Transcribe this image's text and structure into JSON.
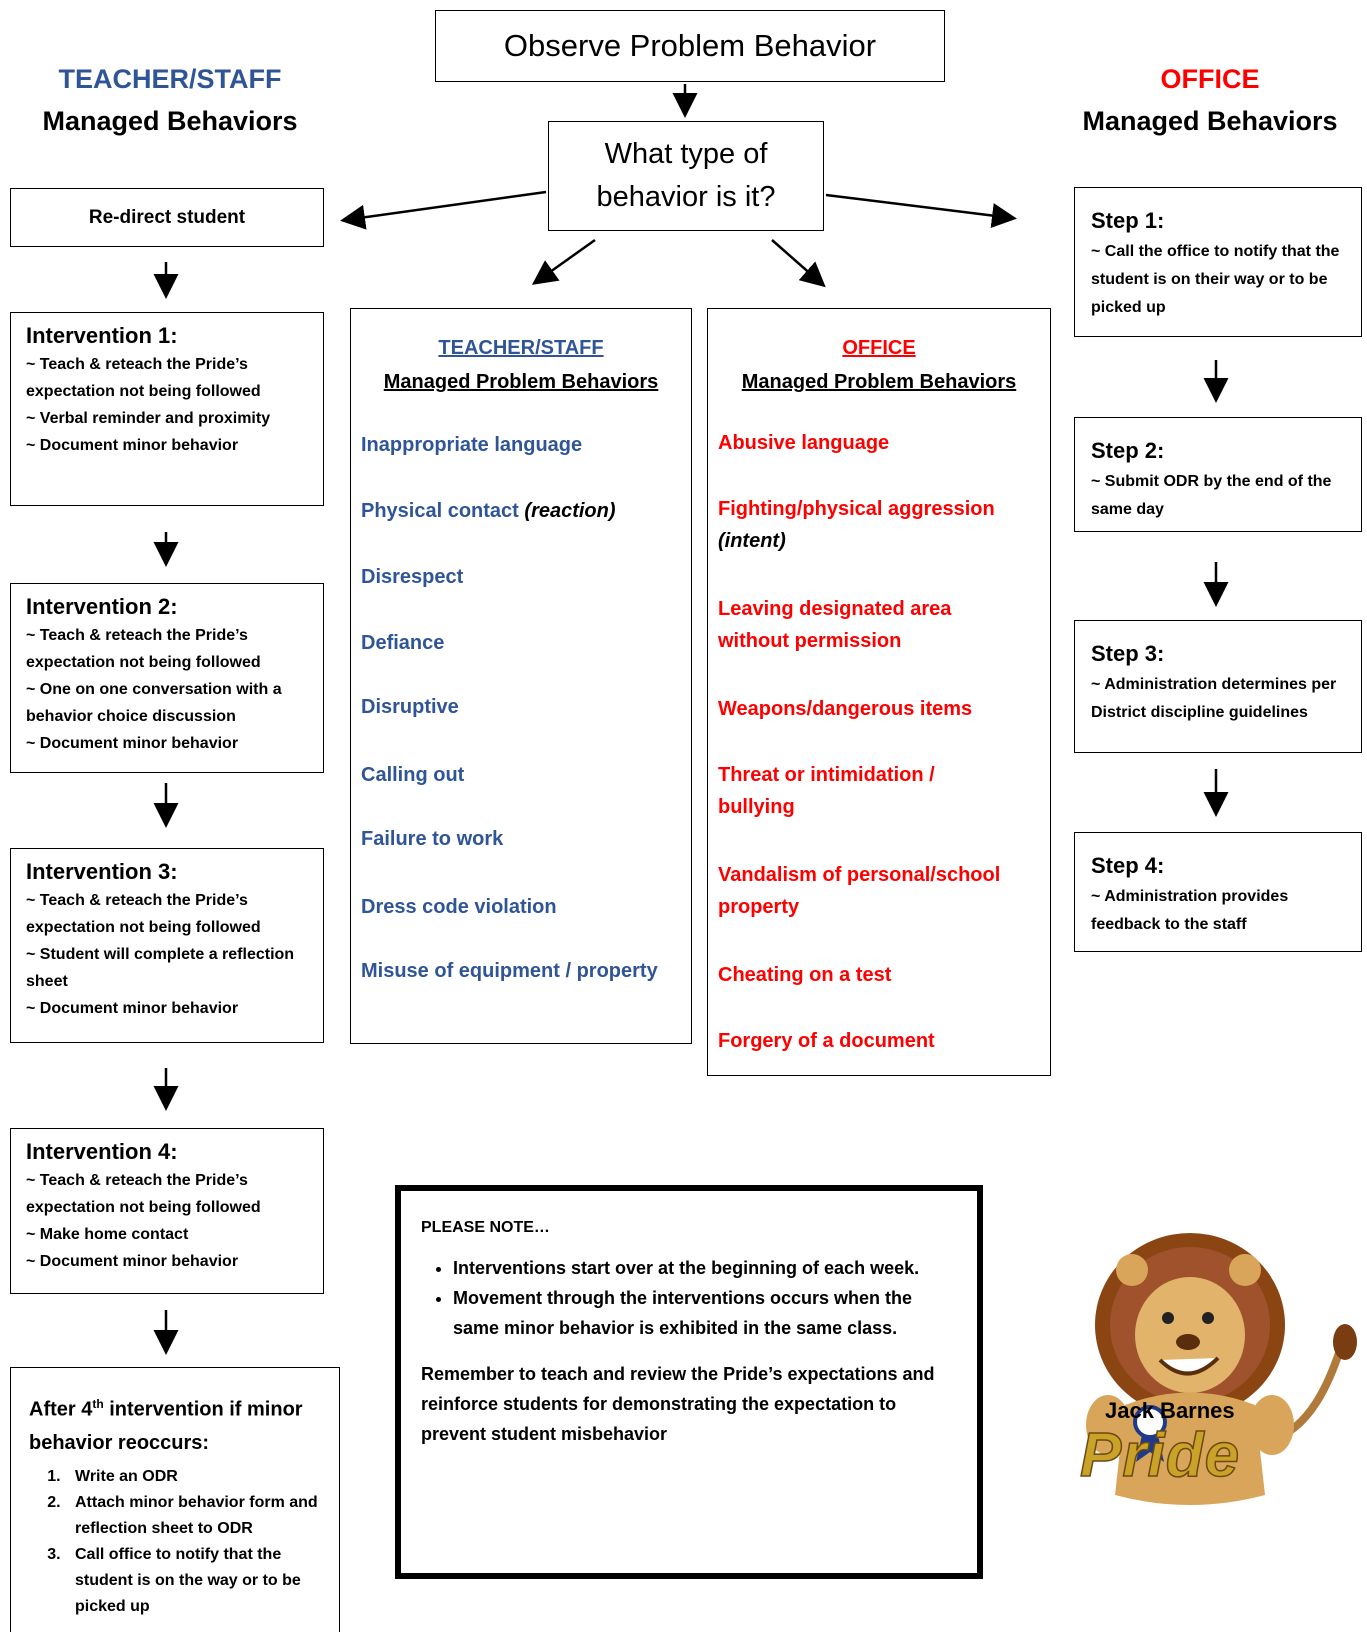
{
  "header": {
    "title": "Observe Problem Behavior",
    "question_line1": "What type of",
    "question_line2": "behavior is it?"
  },
  "left_heading": {
    "line1": "TEACHER/STAFF",
    "line2": "Managed Behaviors"
  },
  "right_heading": {
    "line1": "OFFICE",
    "line2": "Managed Behaviors"
  },
  "redirect": "Re-direct student",
  "interventions": [
    {
      "title": "Intervention 1:",
      "lines": [
        "~ Teach & reteach the Pride’s expectation not being followed",
        "~ Verbal reminder and proximity",
        "~ Document minor behavior"
      ]
    },
    {
      "title": "Intervention 2:",
      "lines": [
        "~ Teach & reteach the Pride’s expectation not being followed",
        "~ One on one conversation with a behavior choice discussion",
        "~ Document minor behavior"
      ]
    },
    {
      "title": "Intervention 3:",
      "lines": [
        "~ Teach & reteach the Pride’s expectation not being followed",
        "~ Student will complete a reflection sheet",
        "~ Document minor behavior"
      ]
    },
    {
      "title": "Intervention 4:",
      "lines": [
        "~ Teach & reteach the Pride’s expectation not being followed",
        "~ Make home contact",
        "~ Document minor behavior"
      ]
    }
  ],
  "after": {
    "heading_pre": "After 4",
    "heading_sup": "th",
    "heading_post": " intervention if minor behavior reoccurs:",
    "items": [
      "Write an ODR",
      "Attach minor behavior form and reflection sheet to ODR",
      "Call office to notify that the student is on the way or to be picked up"
    ]
  },
  "teacher_list": {
    "heading1": "TEACHER/STAFF",
    "heading2": "Managed Problem Behaviors",
    "items": [
      "Inappropriate language",
      "Physical contact",
      "Disrespect",
      "Defiance",
      "Disruptive",
      "Calling out",
      "Failure to work",
      "Dress code violation",
      "Misuse of equipment / property"
    ],
    "physical_contact_suffix": "(reaction)"
  },
  "office_list": {
    "heading1": "OFFICE",
    "heading2": "Managed Problem Behaviors",
    "items": [
      "Abusive language",
      "Fighting/physical aggression",
      "Leaving designated area without permission",
      "Weapons/dangerous items",
      "Threat or intimidation / bullying",
      "Vandalism of personal/school property",
      "Cheating on a test",
      "Forgery of a document"
    ],
    "fighting_suffix": "(intent)"
  },
  "steps": [
    {
      "title": "Step 1:",
      "text": "~ Call the office to notify that the student is on their way or to be picked up"
    },
    {
      "title": "Step 2:",
      "text": "~ Submit ODR by the end of the same day"
    },
    {
      "title": "Step 3:",
      "text": "~ Administration determines per District discipline guidelines"
    },
    {
      "title": "Step 4:",
      "text": "~ Administration provides feedback to the staff"
    }
  ],
  "note": {
    "title": "PLEASE NOTE…",
    "bullets": [
      "Interventions start over at the beginning of each week.",
      "Movement through the interventions occurs when the same minor behavior is exhibited in the same class."
    ],
    "reminder": "Remember to teach and review the Pride’s expectations and reinforce students for demonstrating the expectation to prevent student misbehavior"
  },
  "mascot": {
    "line1": "Jack Barnes",
    "line2": "Pride"
  },
  "colors": {
    "teacher_blue": "#2f5597",
    "office_red": "#ff0000",
    "pride_gold": "#c9a227"
  }
}
